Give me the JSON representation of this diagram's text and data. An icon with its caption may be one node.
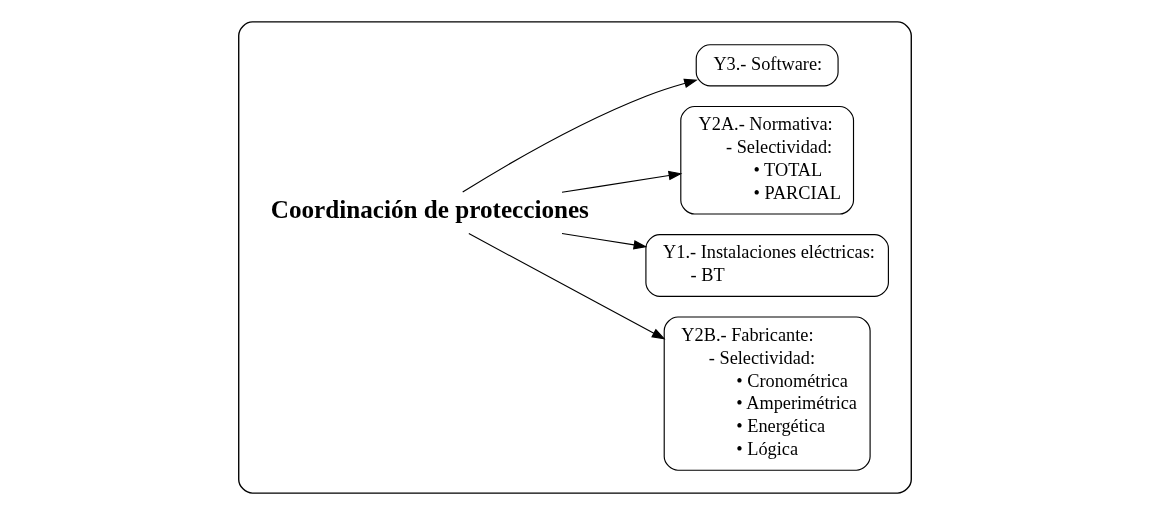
{
  "diagram": {
    "nodes": [
      {
        "text": [],
        "shape": "box"
      },
      {
        "text": [
          "Coordinación de protecciones"
        ],
        "in": 0
      },
      {
        "text": [
          "Y2B.- Fabricante:",
          "- Selectividad:",
          "• Cronométrica",
          "• Amperimétrica",
          "• Energética",
          "• Lógica"
        ],
        "in": 0
      },
      {
        "text": [
          "Y1.- Instalaciones eléctricas:",
          "- BT"
        ],
        "in": 0
      },
      {
        "text": [
          "Y2A.- Normativa:",
          "- Selectividad:",
          "• TOTAL",
          "• PARCIAL"
        ],
        "in": 0
      },
      {
        "text": [
          "Y3.- Software:"
        ],
        "in": 0
      }
    ],
    "edges": [
      {
        "from": 1,
        "to": 2,
        "arrow": "to"
      },
      {
        "from": 1,
        "to": 3,
        "arrow": "to"
      },
      {
        "from": 1,
        "to": 4,
        "arrow": "to"
      },
      {
        "from": 1,
        "to": 5,
        "arrow": "to"
      }
    ]
  }
}
